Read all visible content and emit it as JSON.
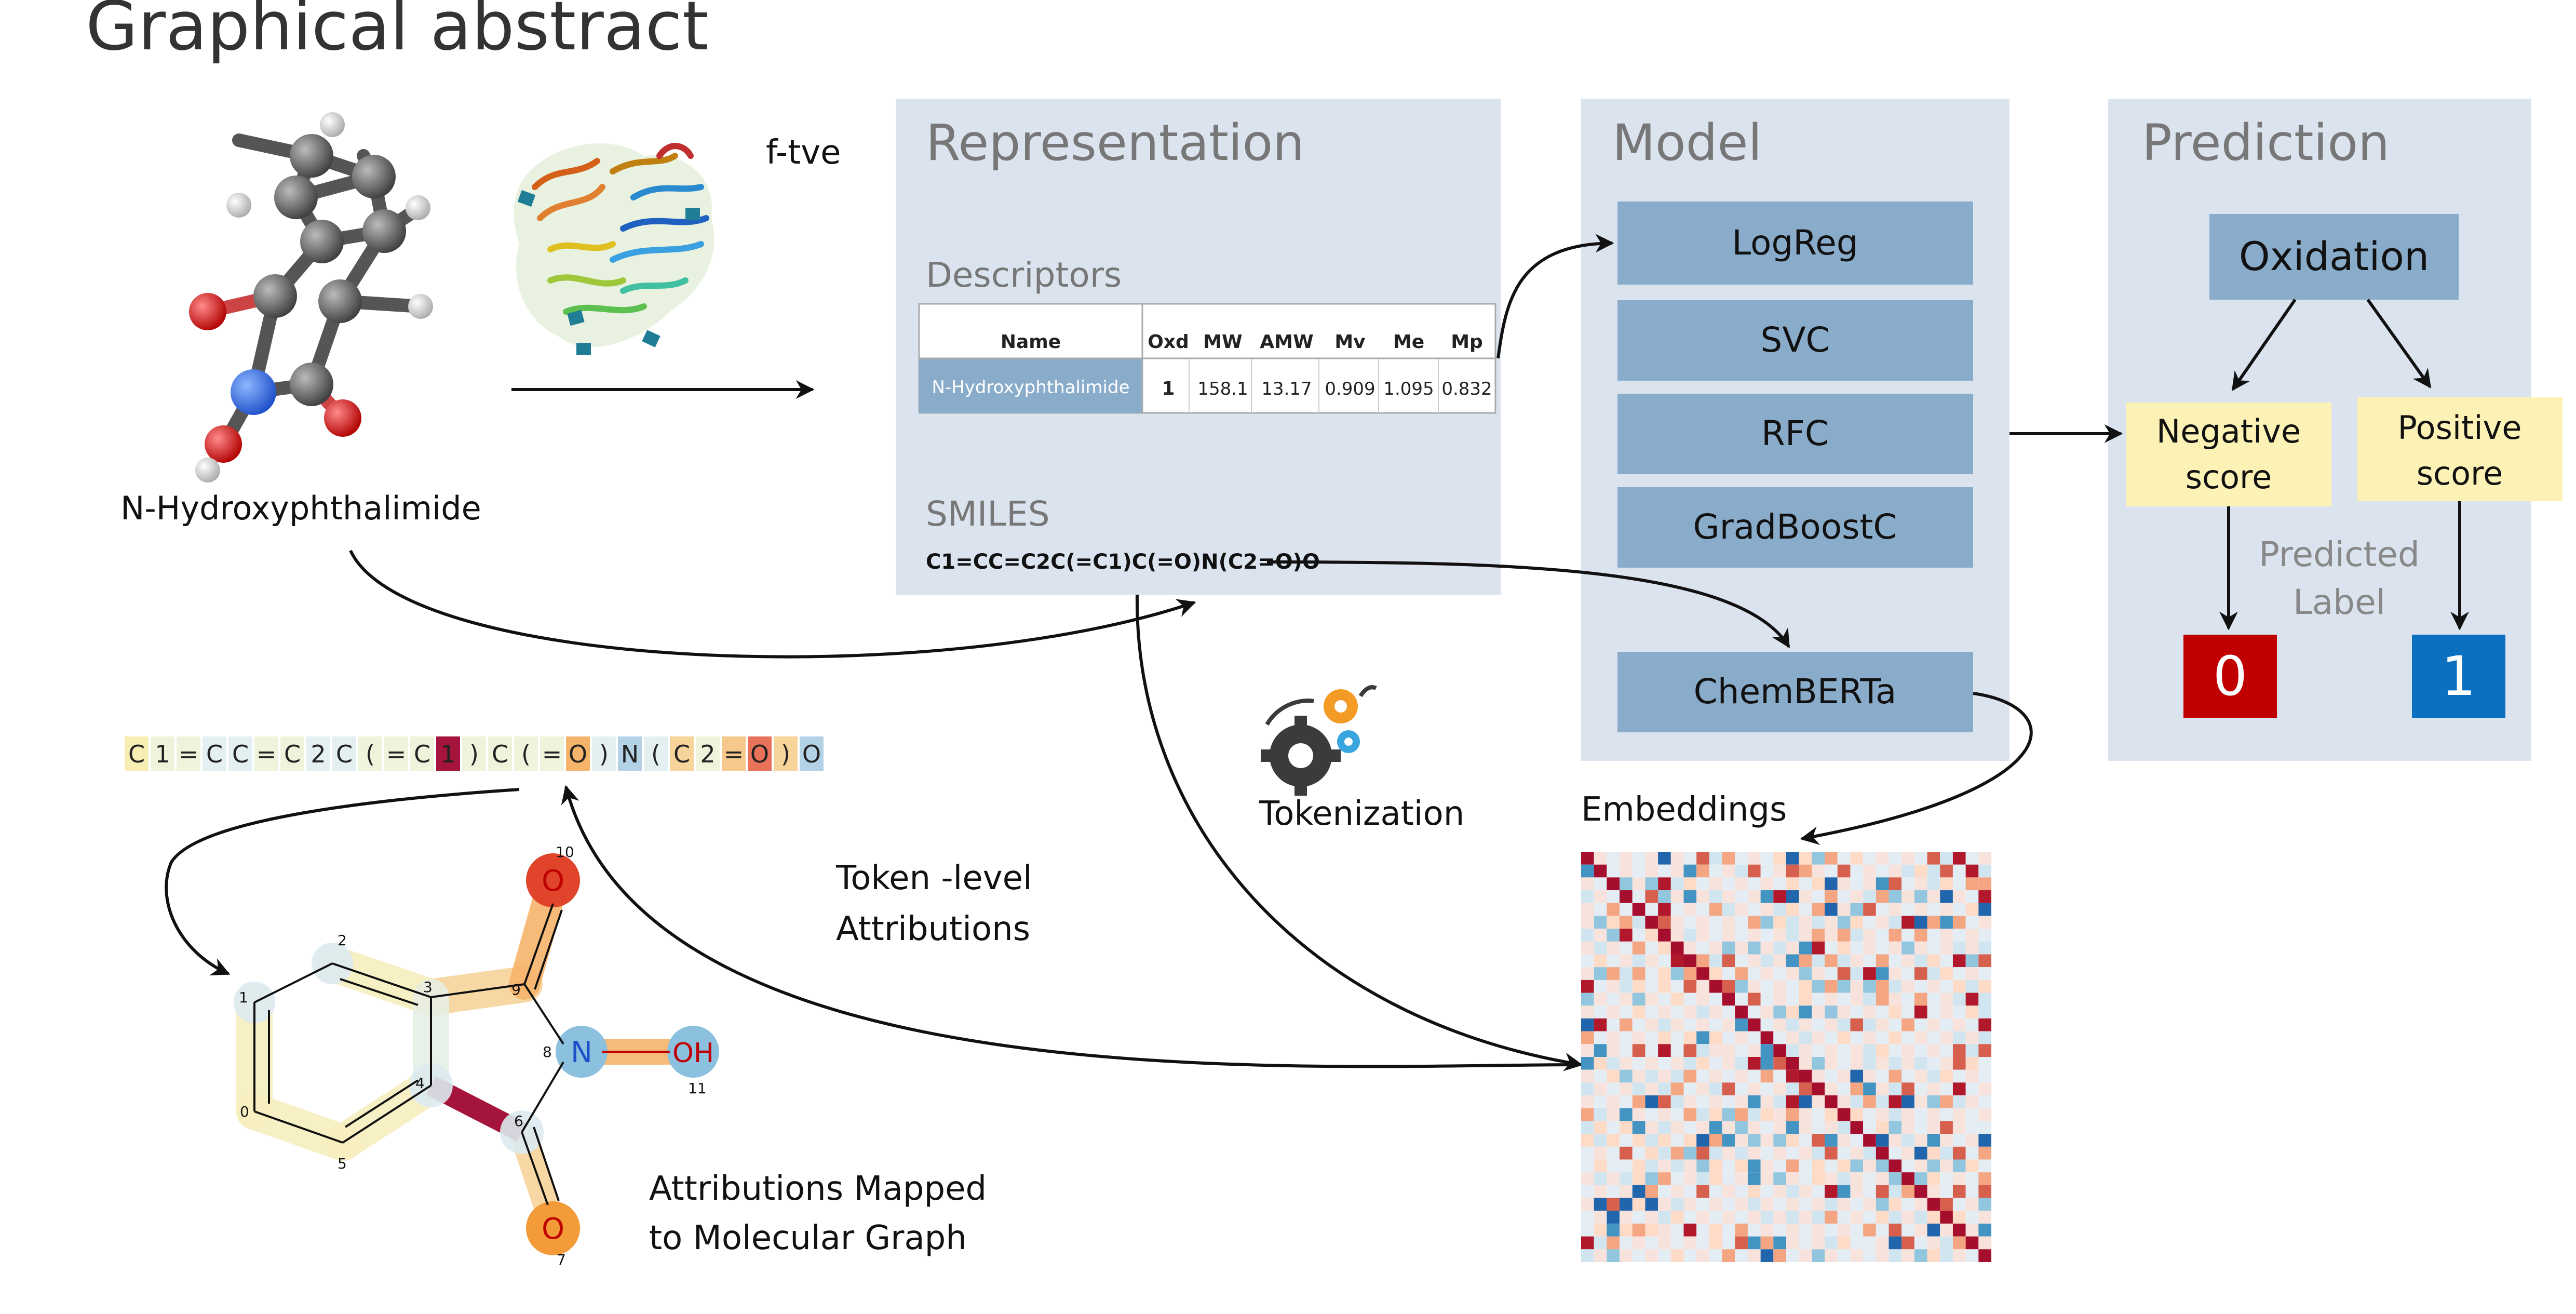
{
  "title": "Graphical abstract",
  "molecule_label": "N-Hydroxyphthalimide",
  "enzyme_label": "f-tve",
  "representation": {
    "heading": "Representation",
    "descriptors_label": "Descriptors",
    "table": {
      "headers": [
        "Name",
        "Oxd",
        "MW",
        "AMW",
        "Mv",
        "Me",
        "Mp"
      ],
      "row": [
        "N-Hydroxyphthalimide",
        "1",
        "158.1",
        "13.17",
        "0.909",
        "1.095",
        "0.832"
      ]
    },
    "smiles_label": "SMILES",
    "smiles": "C1=CC=C2C(=C1)C(=O)N(C2=O)O"
  },
  "model": {
    "heading": "Model",
    "items": [
      "LogReg",
      "SVC",
      "RFC",
      "GradBoostC"
    ],
    "transformer": "ChemBERTa"
  },
  "prediction": {
    "heading": "Prediction",
    "top": "Oxidation",
    "negative": [
      "Negative",
      "score"
    ],
    "positive": [
      "Positive",
      "score"
    ],
    "predicted_label": [
      "Predicted",
      "Label"
    ],
    "label_zero": "0",
    "label_one": "1"
  },
  "tokenization_label": "Tokenization",
  "embeddings_label": "Embeddings",
  "token_attr_label": [
    "Token -level",
    "Attributions"
  ],
  "graph_attr_label": [
    "Attributions Mapped",
    "to Molecular Graph"
  ],
  "tokens": [
    {
      "t": "C",
      "c": "#f6eeb2"
    },
    {
      "t": "1",
      "c": "#eef3dc"
    },
    {
      "t": "=",
      "c": "#eef3dc"
    },
    {
      "t": "C",
      "c": "#e4eff1"
    },
    {
      "t": "C",
      "c": "#e4eff1"
    },
    {
      "t": "=",
      "c": "#eef3dc"
    },
    {
      "t": "C",
      "c": "#eef3dc"
    },
    {
      "t": "2",
      "c": "#e4eff1"
    },
    {
      "t": "C",
      "c": "#e4eff1"
    },
    {
      "t": "(",
      "c": "#eef3dc"
    },
    {
      "t": "=",
      "c": "#eef3dc"
    },
    {
      "t": "C",
      "c": "#eef3dc"
    },
    {
      "t": "1",
      "c": "#a5143a"
    },
    {
      "t": ")",
      "c": "#eef3dc"
    },
    {
      "t": "C",
      "c": "#eef3dc"
    },
    {
      "t": "(",
      "c": "#eef3dc"
    },
    {
      "t": "=",
      "c": "#eef3dc"
    },
    {
      "t": "O",
      "c": "#f6b46a"
    },
    {
      "t": ")",
      "c": "#e4eff1"
    },
    {
      "t": "N",
      "c": "#b4d2e6"
    },
    {
      "t": "(",
      "c": "#e4eff1"
    },
    {
      "t": "C",
      "c": "#f6d49a"
    },
    {
      "t": "2",
      "c": "#eef3dc"
    },
    {
      "t": "=",
      "c": "#f6c88c"
    },
    {
      "t": "O",
      "c": "#e8725a"
    },
    {
      "t": ")",
      "c": "#f6d49a"
    },
    {
      "t": "O",
      "c": "#b4d2e6"
    }
  ],
  "graph_atoms": [
    {
      "id": "0",
      "label": ""
    },
    {
      "id": "1",
      "label": ""
    },
    {
      "id": "2",
      "label": ""
    },
    {
      "id": "3",
      "label": ""
    },
    {
      "id": "4",
      "label": ""
    },
    {
      "id": "5",
      "label": ""
    },
    {
      "id": "6",
      "label": ""
    },
    {
      "id": "7",
      "label": "O"
    },
    {
      "id": "8",
      "label": "N"
    },
    {
      "id": "9",
      "label": ""
    },
    {
      "id": "10",
      "label": "O"
    },
    {
      "id": "11",
      "label": "OH"
    }
  ],
  "colors": {
    "panel": "#dbe4ee",
    "box": "#8aaccb",
    "yellow": "#fdf2b6",
    "red": "#c00000",
    "blue": "#0b70c0",
    "heading_gray": "#777777"
  }
}
